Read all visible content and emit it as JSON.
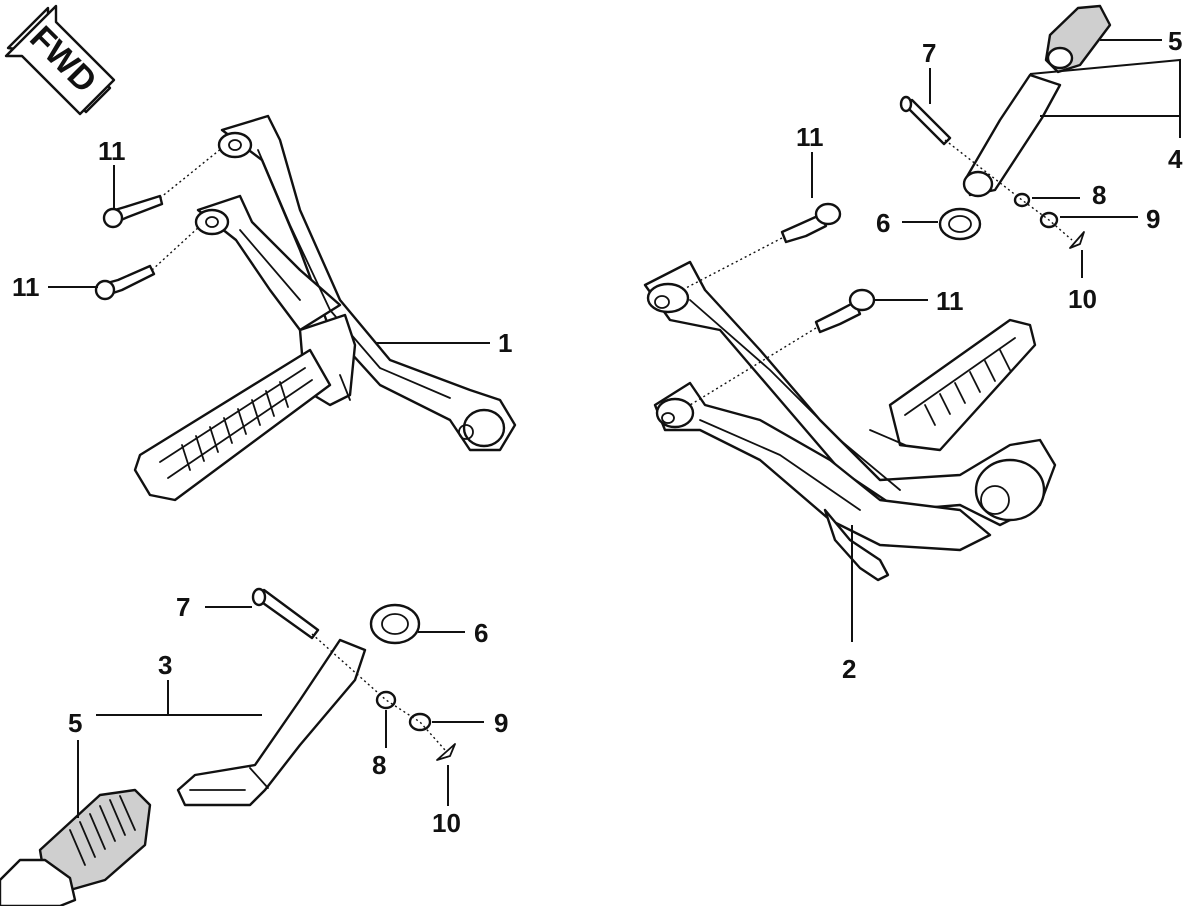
{
  "fwd_label": "FWD",
  "callouts": {
    "c1": "1",
    "c2": "2",
    "c3": "3",
    "c4": "4",
    "c5_left": "5",
    "c5_right": "5",
    "c6_left": "6",
    "c6_right": "6",
    "c7_left": "7",
    "c7_right": "7",
    "c8_left": "8",
    "c8_right": "8",
    "c9_left": "9",
    "c9_right": "9",
    "c10_left": "10",
    "c10_right": "10",
    "c11_a": "11",
    "c11_b": "11",
    "c11_c": "11",
    "c11_d": "11"
  },
  "colors": {
    "line": "#111111",
    "rubber": "#cfcfcf",
    "background": "#ffffff"
  }
}
